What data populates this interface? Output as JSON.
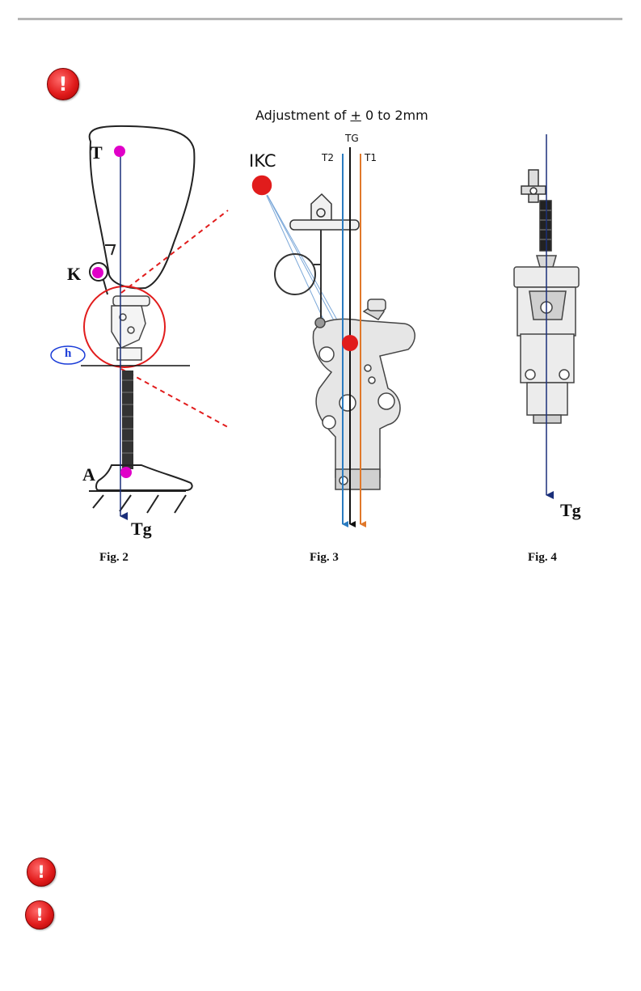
{
  "adjustment": {
    "prefix": "Adjustment of ",
    "sign": "+",
    "suffix": " 0 to 2mm"
  },
  "fig2": {
    "T": "T",
    "K": "K",
    "h": "h",
    "A": "A",
    "Tg": "Tg",
    "caption": "Fig. 2"
  },
  "fig3": {
    "IKC": "IKC",
    "TG": "TG",
    "T2": "T2",
    "T1": "T1",
    "caption": "Fig. 3"
  },
  "fig4": {
    "Tg": "Tg",
    "caption": "Fig. 4"
  },
  "warning_glyph": "!",
  "colors": {
    "accent_red": "#e11c1c",
    "marker_magenta": "#e000c8",
    "line_navy": "#1a2f7a",
    "line_blue": "#2a7bc0",
    "line_orange": "#e0782a"
  }
}
